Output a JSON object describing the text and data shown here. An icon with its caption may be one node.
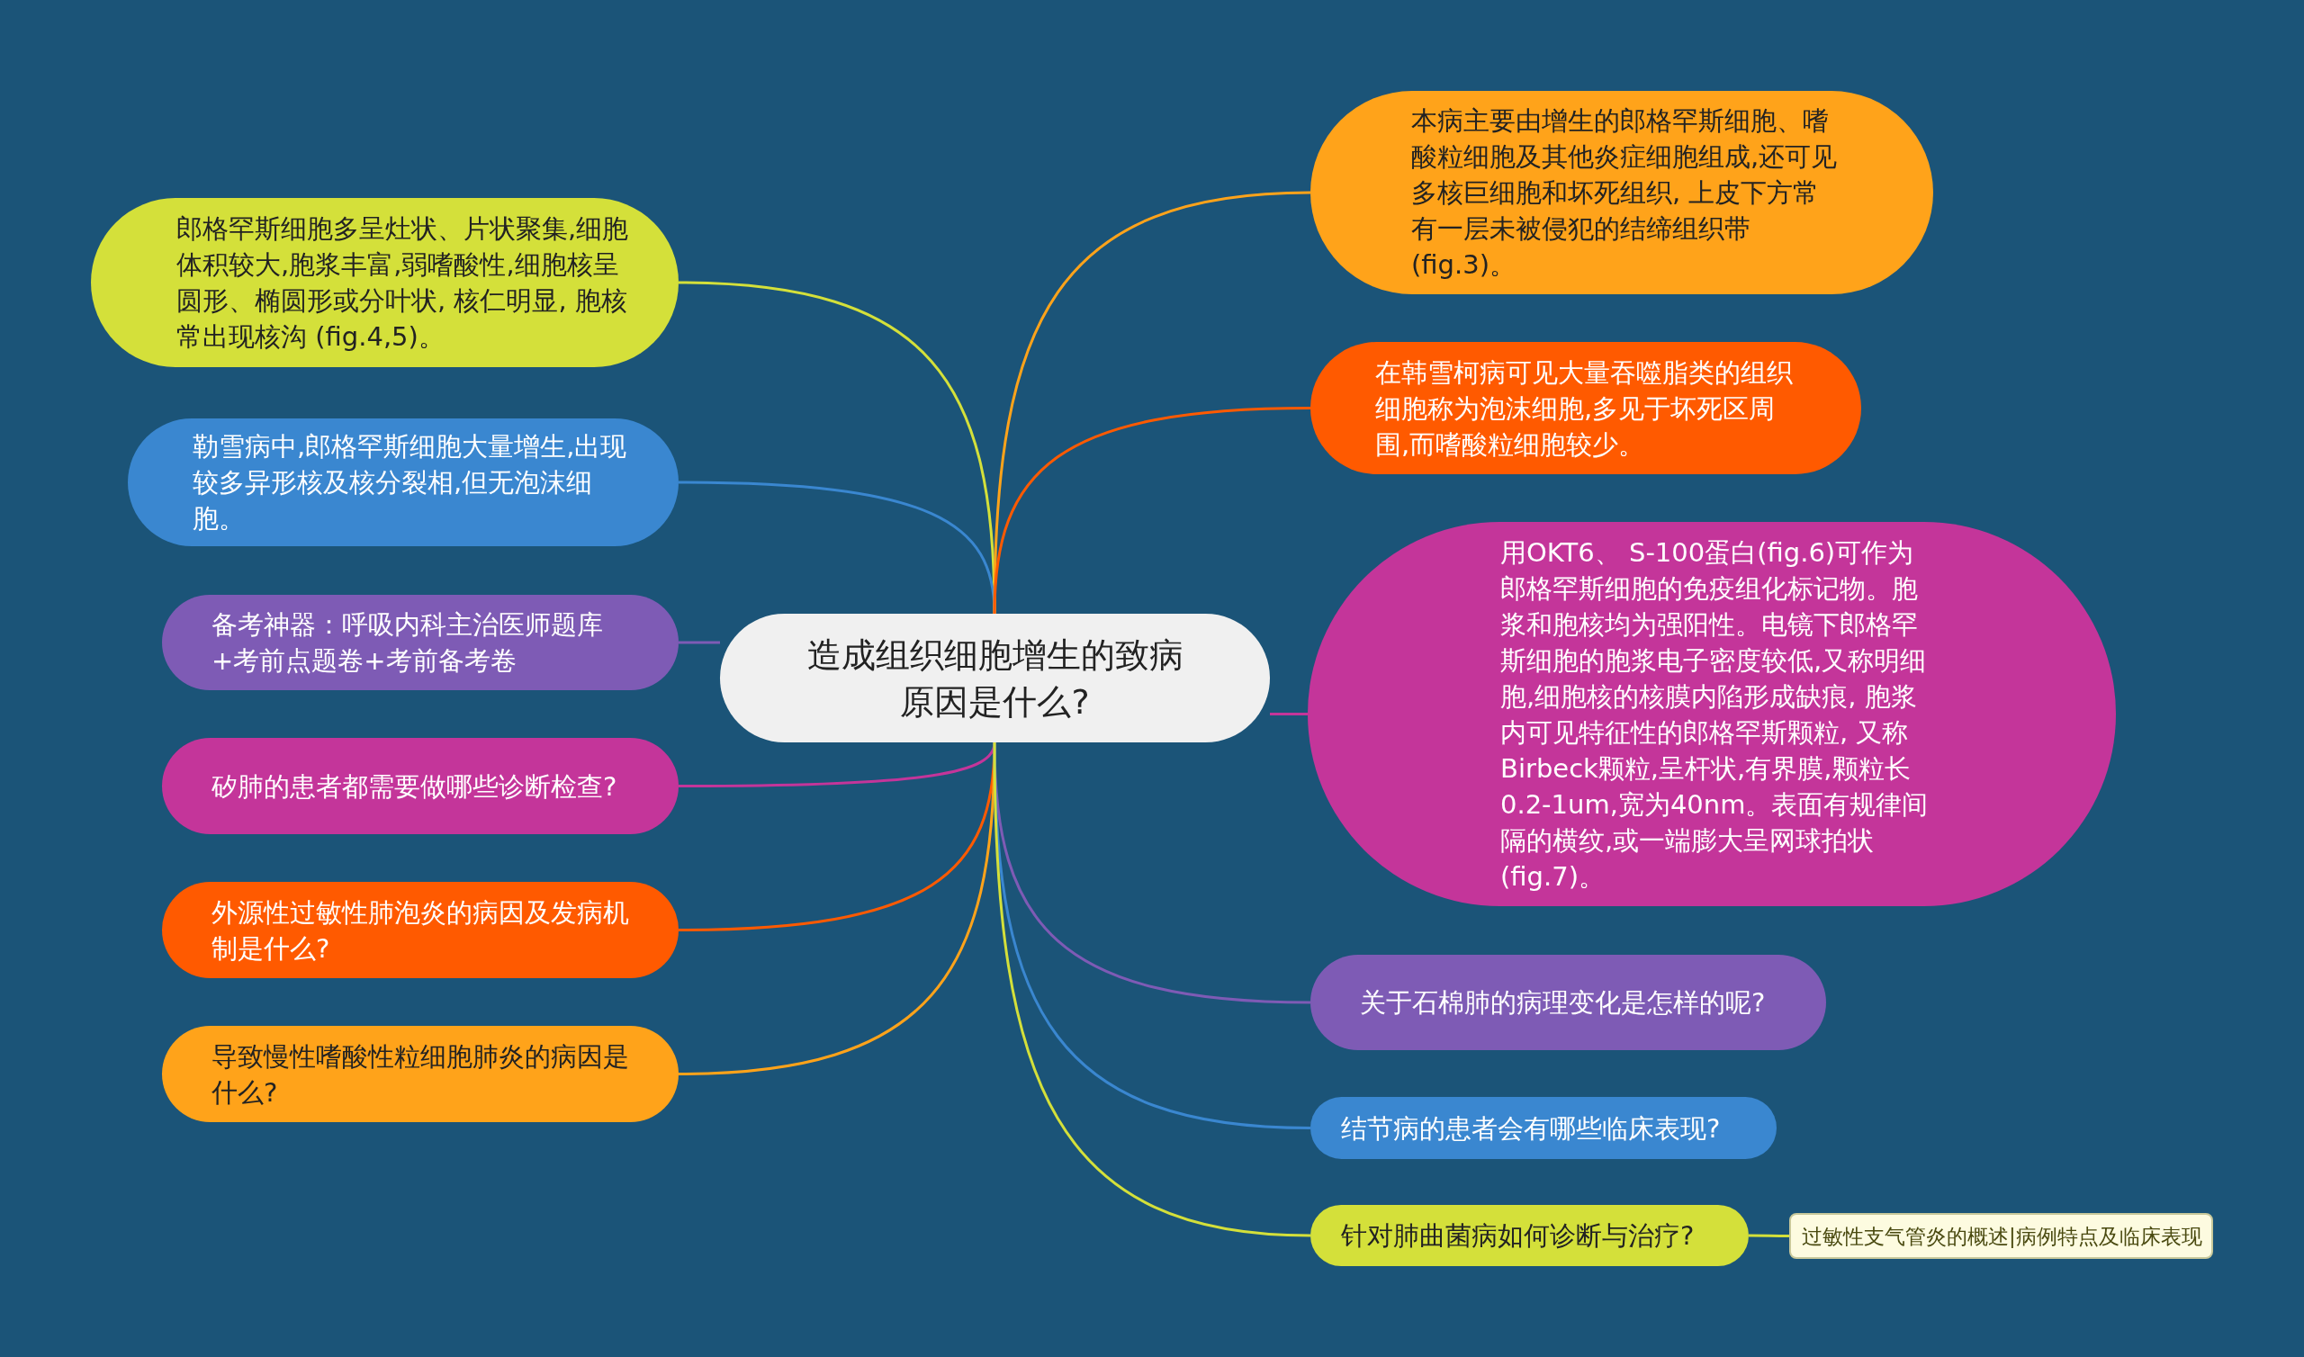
{
  "diagram": {
    "nodes": [
      {
        "text": [
          "造成组织细胞增生的致病原因是什么?"
        ]
      },
      {
        "text": [
          "郎格罕斯细胞多呈灶状、片状聚集,细胞体积较大,胞浆丰富,弱嗜酸性,细胞核呈圆形、椭圆形或分叶状, 核仁明显, 胞核常出现核沟 (fig.4,5)。"
        ]
      },
      {
        "text": [
          "勒雪病中,郎格罕斯细胞大量增生,出现较多异形核及核分裂相,但无泡沫细胞。"
        ]
      },
      {
        "text": [
          "备考神器：呼吸内科主治医师题库+考前点题卷+考前备考卷"
        ]
      },
      {
        "text": [
          "矽肺的患者都需要做哪些诊断检查?"
        ]
      },
      {
        "text": [
          "外源性过敏性肺泡炎的病因及发病机制是什么?"
        ]
      },
      {
        "text": [
          "导致慢性嗜酸性粒细胞肺炎的病因是什么?"
        ]
      },
      {
        "text": [
          "本病主要由增生的郎格罕斯细胞、嗜酸粒细胞及其他炎症细胞组成,还可见多核巨细胞和坏死组织, 上皮下方常有一层未被侵犯的结缔组织带(fig.3)。"
        ]
      },
      {
        "text": [
          "在韩雪柯病可见大量吞噬脂类的组织细胞称为泡沫细胞,多见于坏死区周围,而嗜酸粒细胞较少。"
        ]
      },
      {
        "text": [
          "用OKT6、 S-100蛋白(fig.6)可作为郎格罕斯细胞的免疫组化标记物。胞浆和胞核均为强阳性。电镜下郎格罕斯细胞的胞浆电子密度较低,又称明细胞,细胞核的核膜内陷形成缺痕, 胞浆内可见特征性的郎格罕斯颗粒, 又称Birbeck颗粒,呈杆状,有界膜,颗粒长0.2-1um,宽为40nm。表面有规律间隔的横纹,或一端膨大呈网球拍状(fig.7)。"
        ]
      },
      {
        "text": [
          "关于石棉肺的病理变化是怎样的呢?"
        ]
      },
      {
        "text": [
          "结节病的患者会有哪些临床表现?"
        ]
      },
      {
        "text": [
          "针对肺曲菌病如何诊断与治疗?"
        ]
      },
      {
        "text": [
          "过敏性支气管炎的概述|病例特点及临床表现"
        ]
      }
    ],
    "edges": [
      {
        "from": 0,
        "to": 1,
        "arrow": "none",
        "color": "#d4e03a"
      },
      {
        "from": 0,
        "to": 2,
        "arrow": "none",
        "color": "#3a87d0"
      },
      {
        "from": 0,
        "to": 3,
        "arrow": "none",
        "color": "#7e5bb5"
      },
      {
        "from": 0,
        "to": 4,
        "arrow": "none",
        "color": "#c4359a"
      },
      {
        "from": 0,
        "to": 5,
        "arrow": "none",
        "color": "#ff5a00"
      },
      {
        "from": 0,
        "to": 6,
        "arrow": "none",
        "color": "#ffa31a"
      },
      {
        "from": 0,
        "to": 7,
        "arrow": "none",
        "color": "#ffa31a"
      },
      {
        "from": 0,
        "to": 8,
        "arrow": "none",
        "color": "#ff5a00"
      },
      {
        "from": 0,
        "to": 9,
        "arrow": "none",
        "color": "#c4359a"
      },
      {
        "from": 0,
        "to": 10,
        "arrow": "none",
        "color": "#7e5bb5"
      },
      {
        "from": 0,
        "to": 11,
        "arrow": "none",
        "color": "#3a87d0"
      },
      {
        "from": 0,
        "to": 12,
        "arrow": "none",
        "color": "#d4e03a"
      },
      {
        "from": 12,
        "to": 13,
        "arrow": "none",
        "color": "#d4e03a"
      }
    ]
  }
}
